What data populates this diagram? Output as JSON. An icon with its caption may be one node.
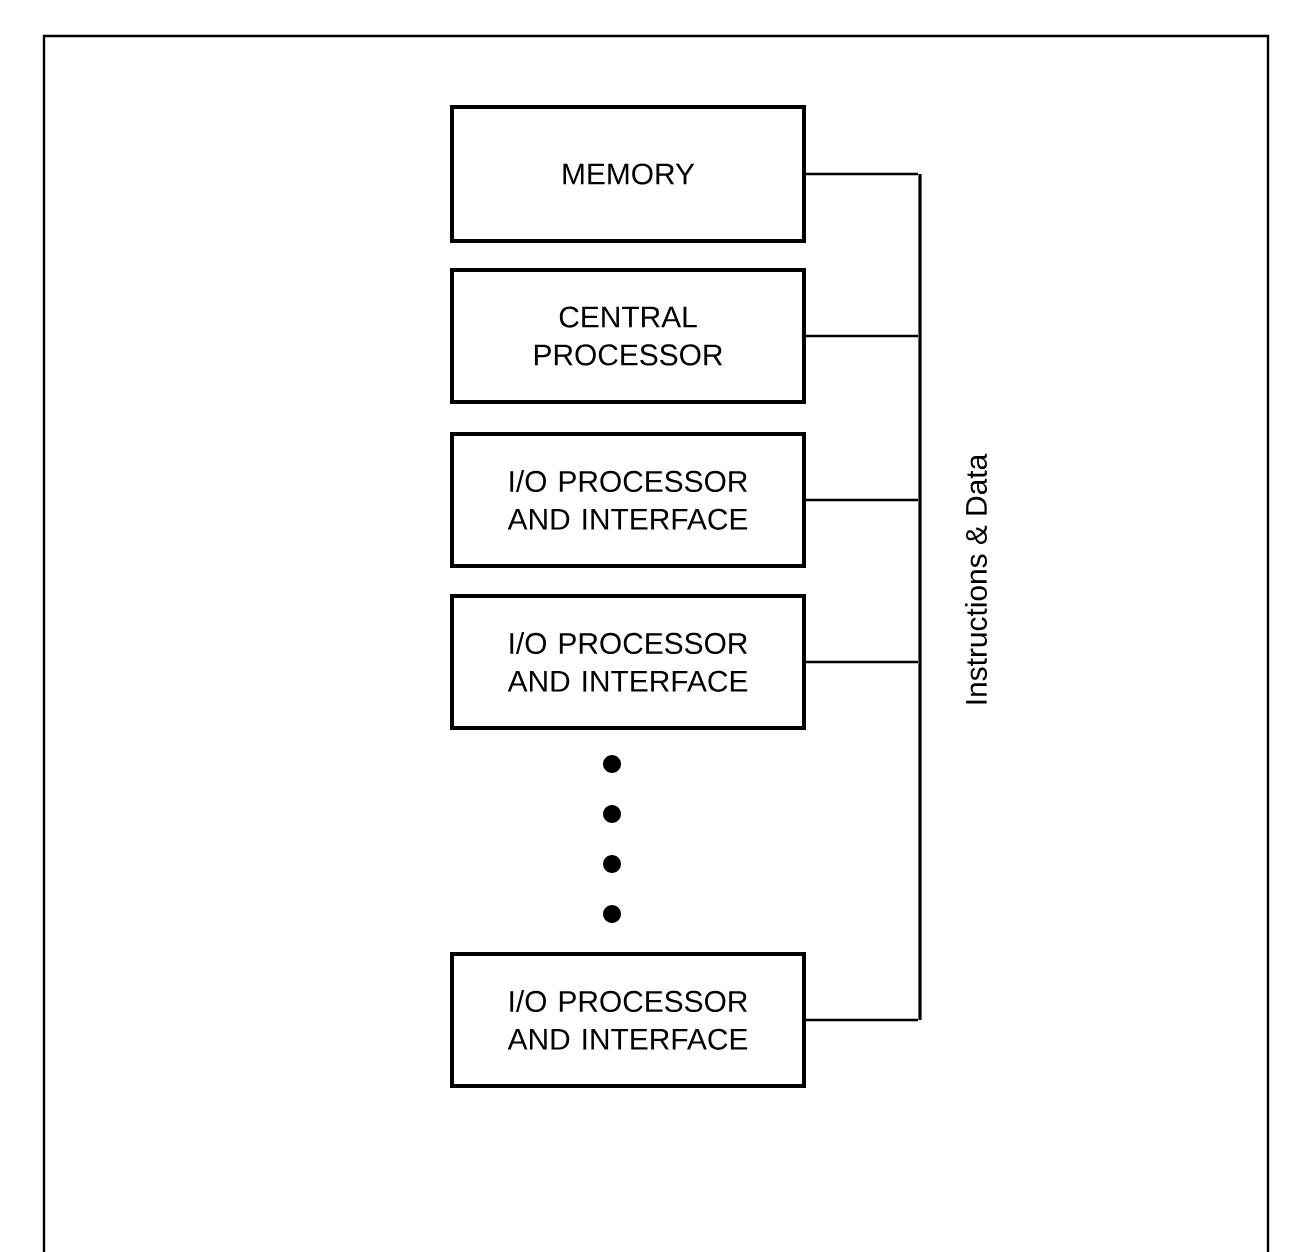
{
  "diagram": {
    "nodes": [
      {
        "text": [
          "MEMORY"
        ]
      },
      {
        "text": [
          "CENTRAL PROCESSOR"
        ]
      },
      {
        "text": [
          "I/O PROCESSOR AND INTERFACE"
        ]
      },
      {
        "text": [
          "I/O PROCESSOR AND INTERFACE"
        ]
      },
      {
        "text": [
          "I/O PROCESSOR AND INTERFACE"
        ]
      },
      {
        "text": [],
        "shape": "bar",
        "beside": [
          "Instructions & Data"
        ]
      }
    ],
    "edges": [
      {
        "from": 0,
        "to": 5,
        "arrow": "none"
      },
      {
        "from": 1,
        "to": 5,
        "arrow": "none"
      },
      {
        "from": 2,
        "to": 5,
        "arrow": "none"
      },
      {
        "from": 3,
        "to": 5,
        "arrow": "none"
      },
      {
        "from": 4,
        "to": 5,
        "arrow": "none"
      }
    ]
  }
}
